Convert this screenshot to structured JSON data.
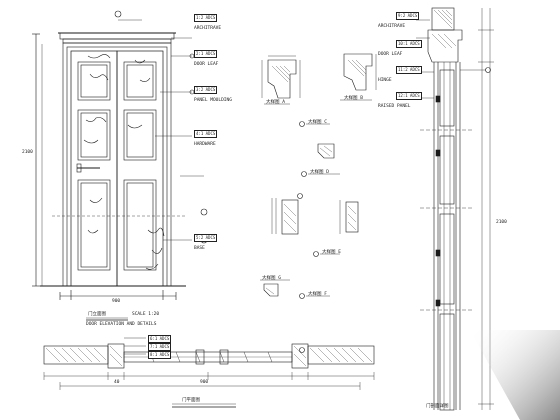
{
  "sheet": {
    "title": "DOOR ELEVATION AND DETAILS",
    "front_elevation_label": "门立面图",
    "front_elevation_note": "SCALE 1:20",
    "section_label": "门剖面详图",
    "plan_label": "门平面图",
    "detail_labels": [
      "大样图 A",
      "大样图 B",
      "大样图 C",
      "大样图 D",
      "大样图 E",
      "大样图 F",
      "大样图 G"
    ]
  },
  "callouts": {
    "elevation_left": [
      "1:2 ADCS",
      "2:1 ADCS",
      "3:2 ADCS",
      "4:1 ADCS",
      "5:2 ADCS"
    ],
    "plan_row": [
      "6:1 ADCS",
      "7:1 ADCS",
      "8:1 ADCS"
    ],
    "section_right": [
      "9:2 ADCS",
      "10:1 ADCS",
      "11:2 ADCS",
      "12:1 ADCS"
    ]
  },
  "annotations": {
    "elev_notes": [
      "ARCHITRAVE",
      "DOOR LEAF",
      "PANEL MOULDING",
      "HARDWARE",
      "BASE"
    ],
    "right_notes": [
      "ARCHITRAVE",
      "DOOR LEAF",
      "HINGE",
      "RAISED PANEL"
    ],
    "dimension_texts": [
      "900",
      "2100",
      "40"
    ]
  }
}
